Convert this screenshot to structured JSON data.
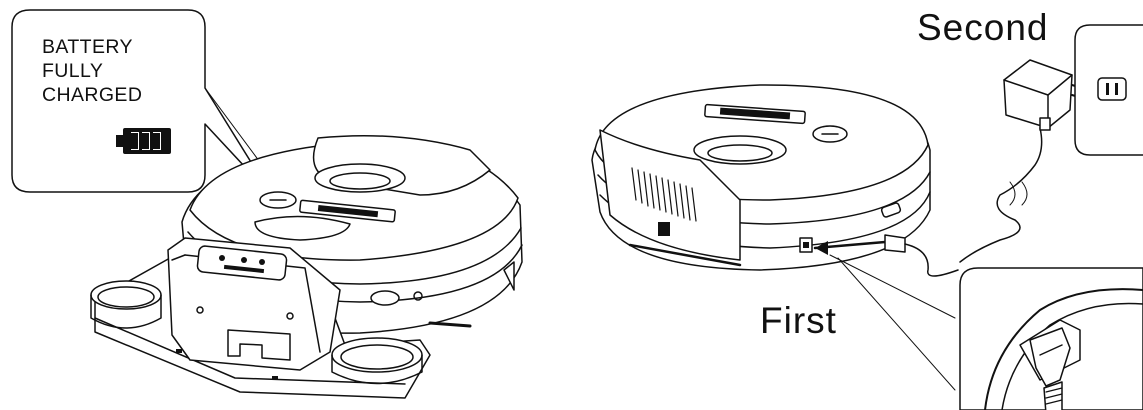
{
  "callout": {
    "line1": "BATTERY",
    "line2": "FULLY",
    "line3": "CHARGED",
    "icon": "battery-full-icon"
  },
  "steps": {
    "first": "First",
    "second": "Second"
  },
  "icons": [
    "battery-full-icon",
    "wall-outlet-icon",
    "ac-adapter-icon",
    "dc-plug-icon"
  ],
  "colors": {
    "line": "#111111",
    "background": "#ffffff"
  }
}
